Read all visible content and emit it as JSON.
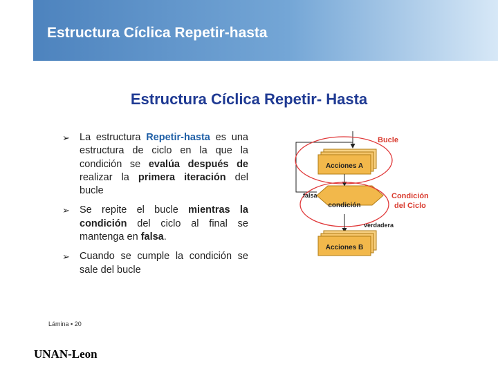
{
  "header": {
    "title": "Estructura Cíclica Repetir-hasta"
  },
  "slide": {
    "title": "Estructura Cíclica Repetir- Hasta",
    "bullets": [
      {
        "parts": [
          "La estructura ",
          "Repetir-hasta",
          " es una estructura de ciclo en la que la condición se ",
          "evalúa después de",
          " realizar la ",
          "primera iteración",
          " del bucle"
        ]
      },
      {
        "parts": [
          "Se repite el bucle ",
          "mientras la condición",
          " del ciclo al final se mantenga en ",
          "falsa",
          "."
        ]
      },
      {
        "parts": [
          "Cuando se cumple la condición se sale del bucle"
        ]
      }
    ],
    "slide_number": "Lámina ▪ 20",
    "footer_logo": "UNAN-Leon"
  },
  "diagram": {
    "box_a": "Acciones A",
    "condition": "condición",
    "box_b": "Acciones B",
    "label_false": "falsa",
    "label_true": "verdadera",
    "label_loop": "Bucle",
    "label_cond_line1": "Condición",
    "label_cond_line2": "del Ciclo",
    "colors": {
      "box_fill": "#f2b84b",
      "box_border": "#b07c16",
      "ellipse": "#e0393a",
      "label_red": "#d93a2e"
    }
  }
}
